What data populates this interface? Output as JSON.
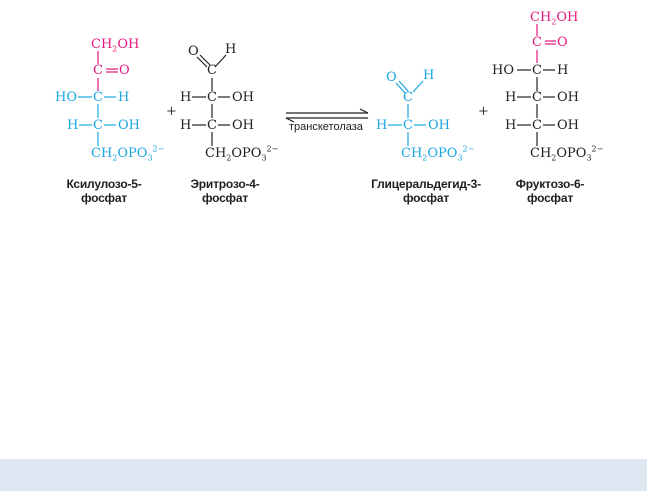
{
  "colors": {
    "pink": "#e4197f",
    "blue": "#1ba6e0",
    "black": "#222222",
    "band": "#dde6f1"
  },
  "xylulose": {
    "ch2oh_top": "CH₂OH",
    "c_keto": "C",
    "o_keto": "O",
    "ho": "HO",
    "c3": "C",
    "h3": "H",
    "h4": "H",
    "c4": "C",
    "oh4": "OH",
    "ch2opo": "CH₂OPO₃²⁻",
    "caption": "Ксилулозо-5-\nфосфат"
  },
  "erythrose": {
    "o_ald": "O",
    "h_ald": "H",
    "c_ald": "C",
    "h2": "H",
    "c2": "C",
    "oh2": "OH",
    "h3": "H",
    "c3": "C",
    "oh3": "OH",
    "ch2opo": "CH₂OPO₃²⁻",
    "caption": "Эритрозо-4-\nфосфат"
  },
  "glyceraldehyde": {
    "o_ald": "O",
    "h_ald": "H",
    "c_ald": "C",
    "h2": "H",
    "c2": "C",
    "oh2": "OH",
    "ch2opo": "CH₂OPO₃²⁻",
    "caption": "Глицеральдегид-3-\nфосфат"
  },
  "fructose": {
    "ch2oh_top": "CH₂OH",
    "c_keto": "C",
    "o_keto": "O",
    "ho3": "HO",
    "c3": "C",
    "h3": "H",
    "h4": "H",
    "c4": "C",
    "oh4": "OH",
    "h5": "H",
    "c5": "C",
    "oh5": "OH",
    "ch2opo": "CH₂OPO₃²⁻",
    "caption": "Фруктозо-6-\nфосфат"
  },
  "plus_sign": "+",
  "enzyme_label": "транскетолаза"
}
